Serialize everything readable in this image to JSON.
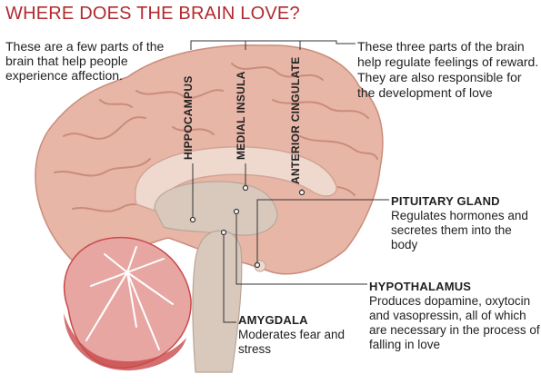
{
  "title": "WHERE DOES THE BRAIN LOVE?",
  "intro_text": "These are a few parts of the brain that help people experience affection.",
  "reward_text": "These three parts of the brain help regulate feelings of reward. They are also responsible for the development of love",
  "labels": {
    "hippocampus": "HIPPOCAMPUS",
    "medial_insula": "MEDIAL INSULA",
    "anterior_cingulate": "ANTERIOR CINGULATE"
  },
  "pituitary": {
    "heading": "PITUITARY GLAND",
    "body": "Regulates hormones and secretes them into the body"
  },
  "hypothalamus": {
    "heading": "HYPOTHALAMUS",
    "body": "Produces dopamine, oxytocin and vasopressin, all of which are necessary in the process of falling in love"
  },
  "amygdala": {
    "heading": "AMYGDALA",
    "body": "Moderates fear and stress"
  },
  "colors": {
    "title": "#b22a2e",
    "cortex": "#e8b6a6",
    "cortex_outline": "#c98c7c",
    "inner": "#d9c9bd",
    "cerebellum": "#c94a4c",
    "cerebellum_light": "#e7a6a2"
  }
}
